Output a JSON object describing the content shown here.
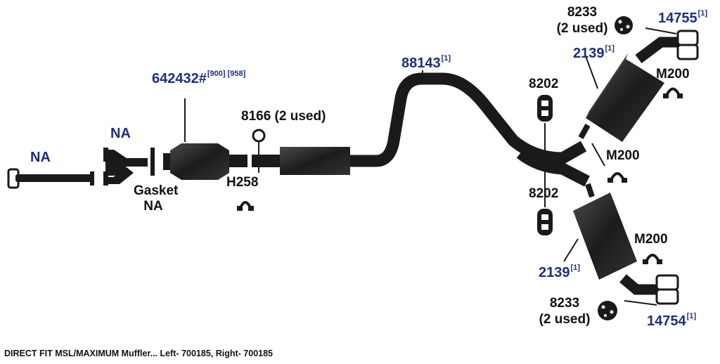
{
  "labels": {
    "na_pipe": "NA",
    "na_ypipe": "NA",
    "gasket_line1": "Gasket",
    "gasket_line2": "NA",
    "catalytic_part": "642432#",
    "catalytic_notes": "[900] [958]",
    "gasket_8166": "8166 (2 used)",
    "clamp_h258": "H258",
    "pipe_88143": "88143",
    "pipe_88143_note": "[1]",
    "hanger_8202_upper": "8202",
    "hanger_8202_lower": "8202",
    "m200_mid": "M200",
    "m200_upper": "M200",
    "m200_lower": "M200",
    "muffler_upper": "2139",
    "muffler_upper_note": "[1]",
    "muffler_lower": "2139",
    "muffler_lower_note": "[1]",
    "hanger_8233_upper_line1": "8233",
    "hanger_8233_upper_line2": "(2 used)",
    "hanger_8233_lower_line1": "8233",
    "hanger_8233_lower_line2": "(2 used)",
    "tip_upper": "14755",
    "tip_upper_note": "[1]",
    "tip_lower": "14754",
    "tip_lower_note": "[1]"
  },
  "caption": "DIRECT FIT MSL/MAXIMUM Muffler... Left- 700185, Right- 700185",
  "colors": {
    "part_number": "#1e2f7a",
    "label": "#111111",
    "part": "#1a1a1a"
  }
}
